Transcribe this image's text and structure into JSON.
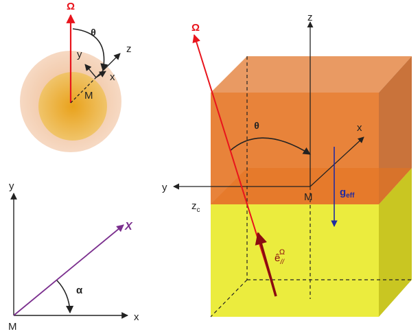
{
  "planet": {
    "omega": "Ω",
    "theta": "θ",
    "axis_x": "x",
    "axis_y": "y",
    "axis_z": "z",
    "point": "M",
    "colors": {
      "omega_red": "#e8141c",
      "outer_disc": "#f3c7a6",
      "inner_disc": "#eab43a"
    }
  },
  "angle_plot": {
    "axis_x": "x",
    "axis_y": "y",
    "origin": "M",
    "vector": "X",
    "angle": "α",
    "colors": {
      "vector_purple": "#7b2f8e"
    }
  },
  "box": {
    "omega": "Ω",
    "theta": "θ",
    "axis_x": "x",
    "axis_y": "y",
    "axis_z": "z",
    "zc": "z",
    "zc_sub": "c",
    "point": "M",
    "g_main": "g",
    "g_sub": "eff",
    "e_hat": "ê",
    "e_sub": "//",
    "e_sup": "Ω",
    "colors": {
      "orange": "#e8833a",
      "yellow": "#ebec3e",
      "g_blue": "#1f2aa1",
      "e_dark_red": "#8b0c10"
    }
  }
}
